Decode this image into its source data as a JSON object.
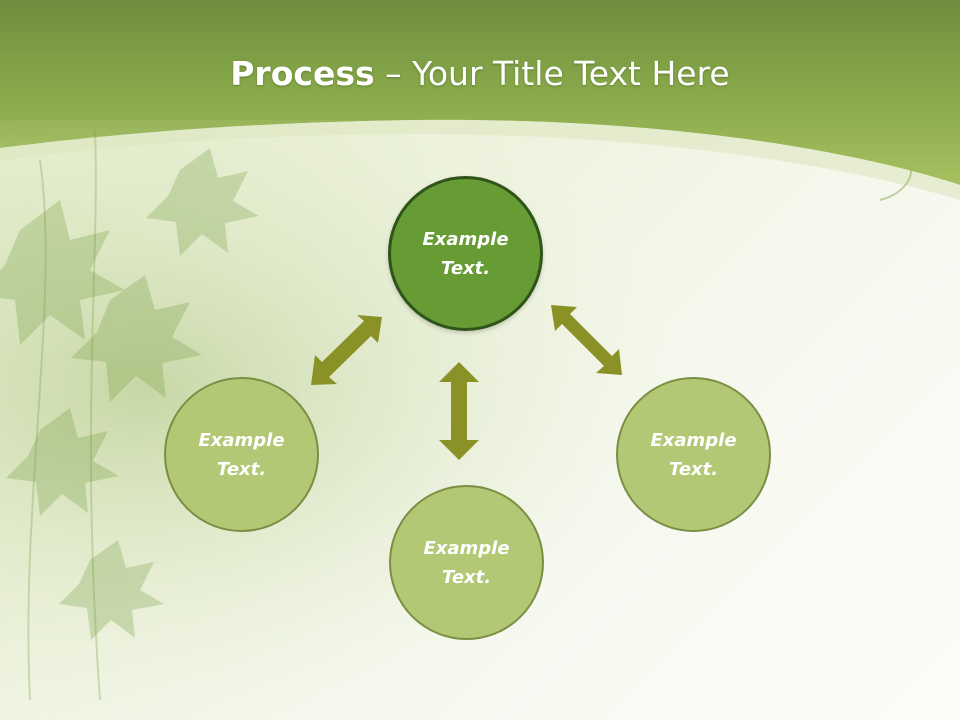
{
  "title": {
    "bold": "Process",
    "rest": " – Your Title Text Here"
  },
  "nodes": {
    "center": {
      "label": "Example\nText."
    },
    "left": {
      "label": "Example\nText."
    },
    "bottom": {
      "label": "Example\nText."
    },
    "right": {
      "label": "Example\nText."
    }
  },
  "colors": {
    "header_green": "#8aae4c",
    "center_fill": "#679b34",
    "center_border": "#2f5418",
    "node_fill": "#b3c874",
    "node_border": "#7b8e44",
    "arrow_color": "#8a9127"
  }
}
